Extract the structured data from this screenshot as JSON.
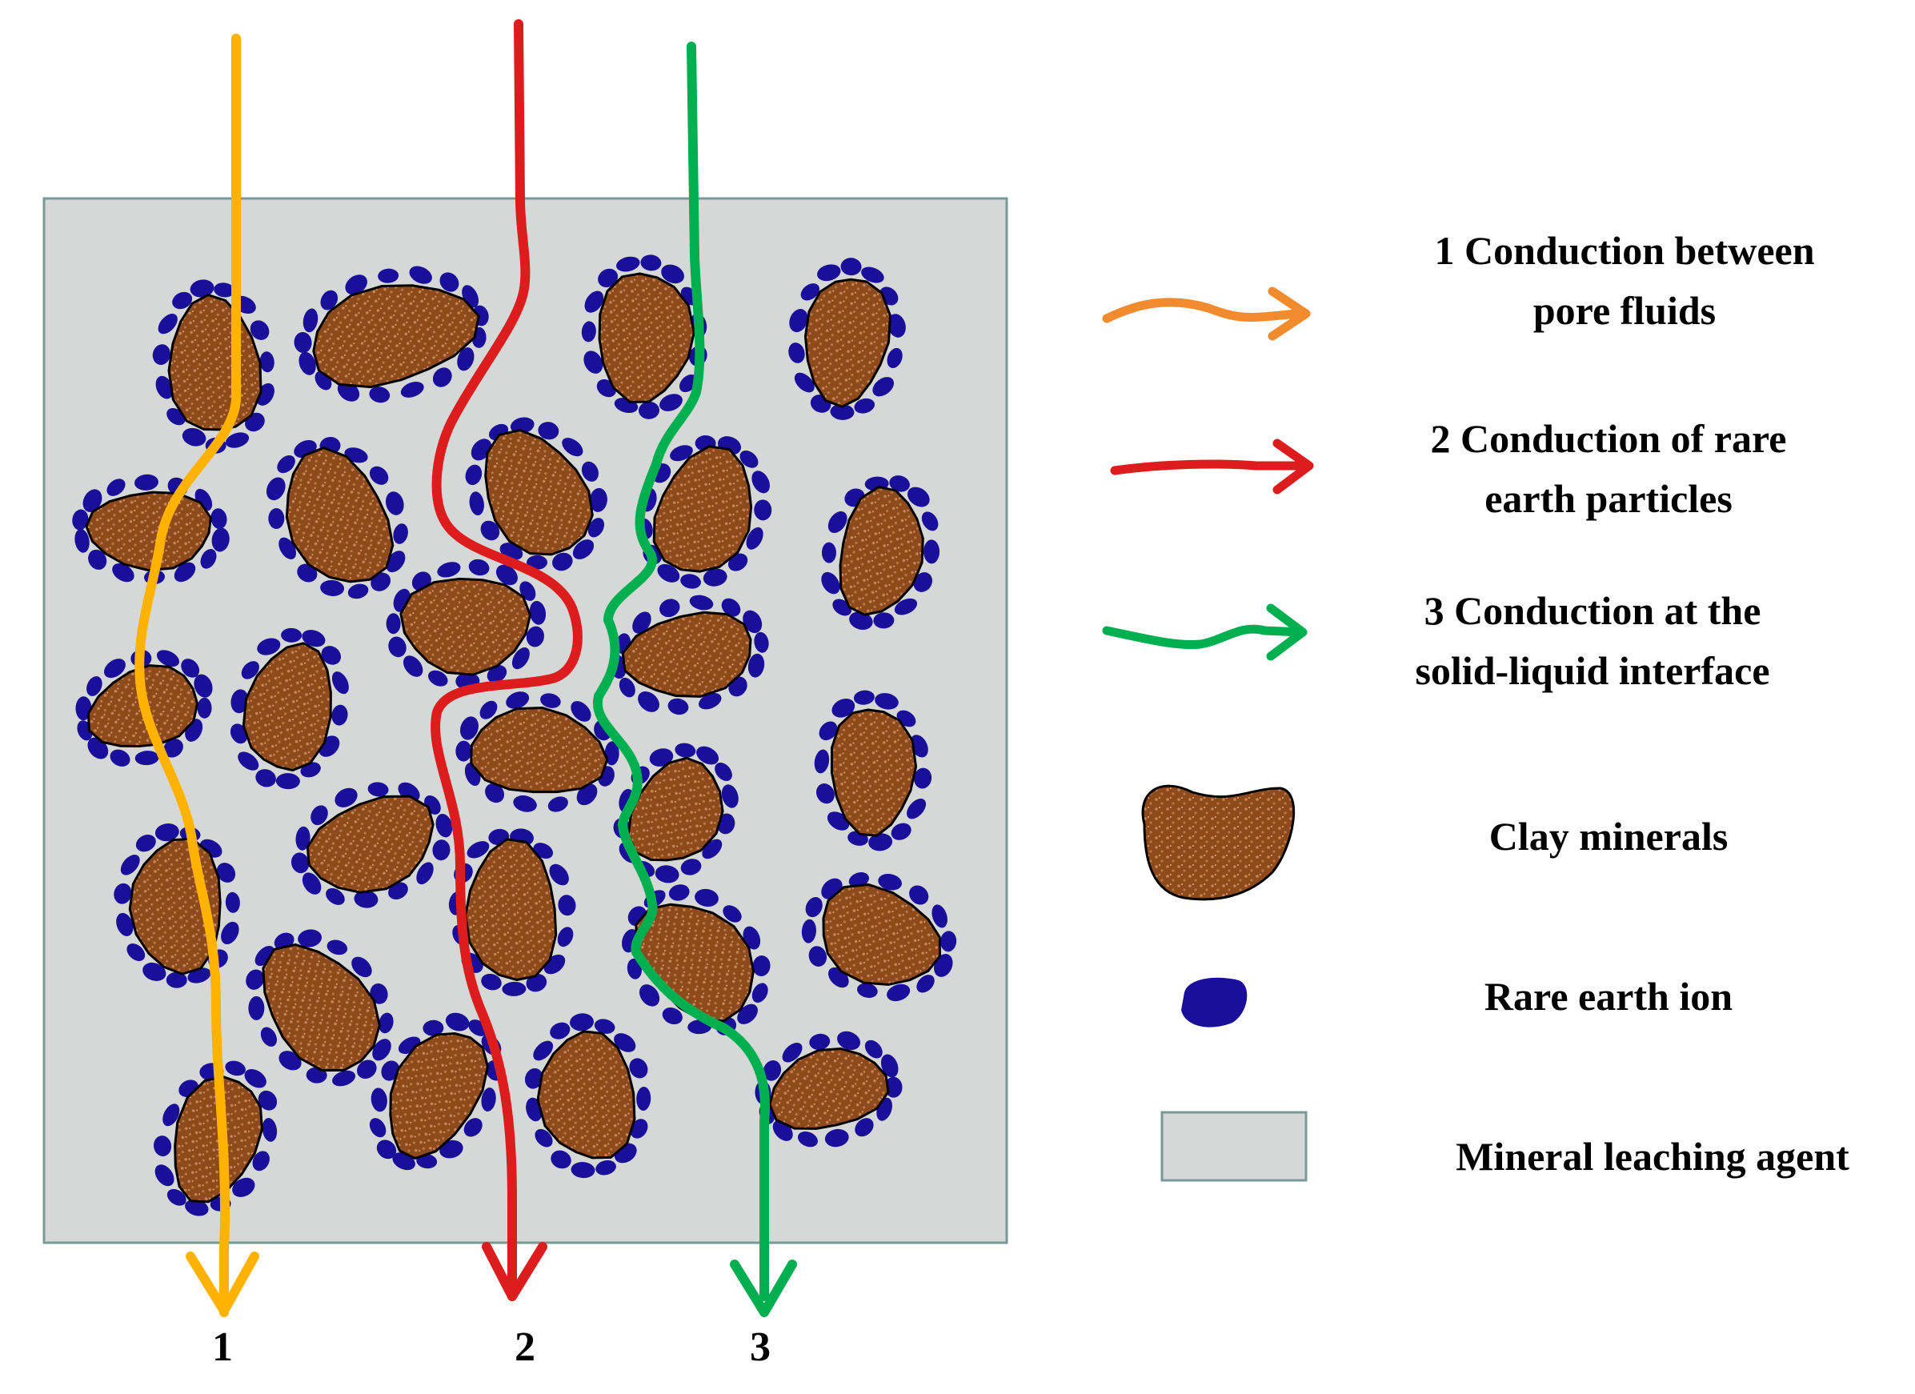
{
  "colors": {
    "background": "#ffffff",
    "leaching_agent": "#d6d8d8",
    "leaching_border": "#7a9896",
    "clay": "#8f4a1c",
    "clay_texture": "#c4865a",
    "rare_earth_ion": "#1a0f9a",
    "path_1": "#ffb300",
    "path_1_legend": "#f28a2e",
    "path_2": "#dd1d1d",
    "path_3": "#00b050"
  },
  "legend": {
    "path_1": {
      "line1": "1 Conduction between",
      "line2": "pore fluids"
    },
    "path_2": {
      "line1": "2 Conduction of rare",
      "line2": "earth particles"
    },
    "path_3": {
      "line1": "3 Conduction at the",
      "line2": "solid-liquid interface"
    },
    "clay": "Clay minerals",
    "ion": "Rare earth ion",
    "agent": "Mineral leaching agent"
  },
  "paths": [
    {
      "label": "1",
      "color_key": "path_1"
    },
    {
      "label": "2",
      "color_key": "path_2"
    },
    {
      "label": "3",
      "color_key": "path_3"
    }
  ]
}
